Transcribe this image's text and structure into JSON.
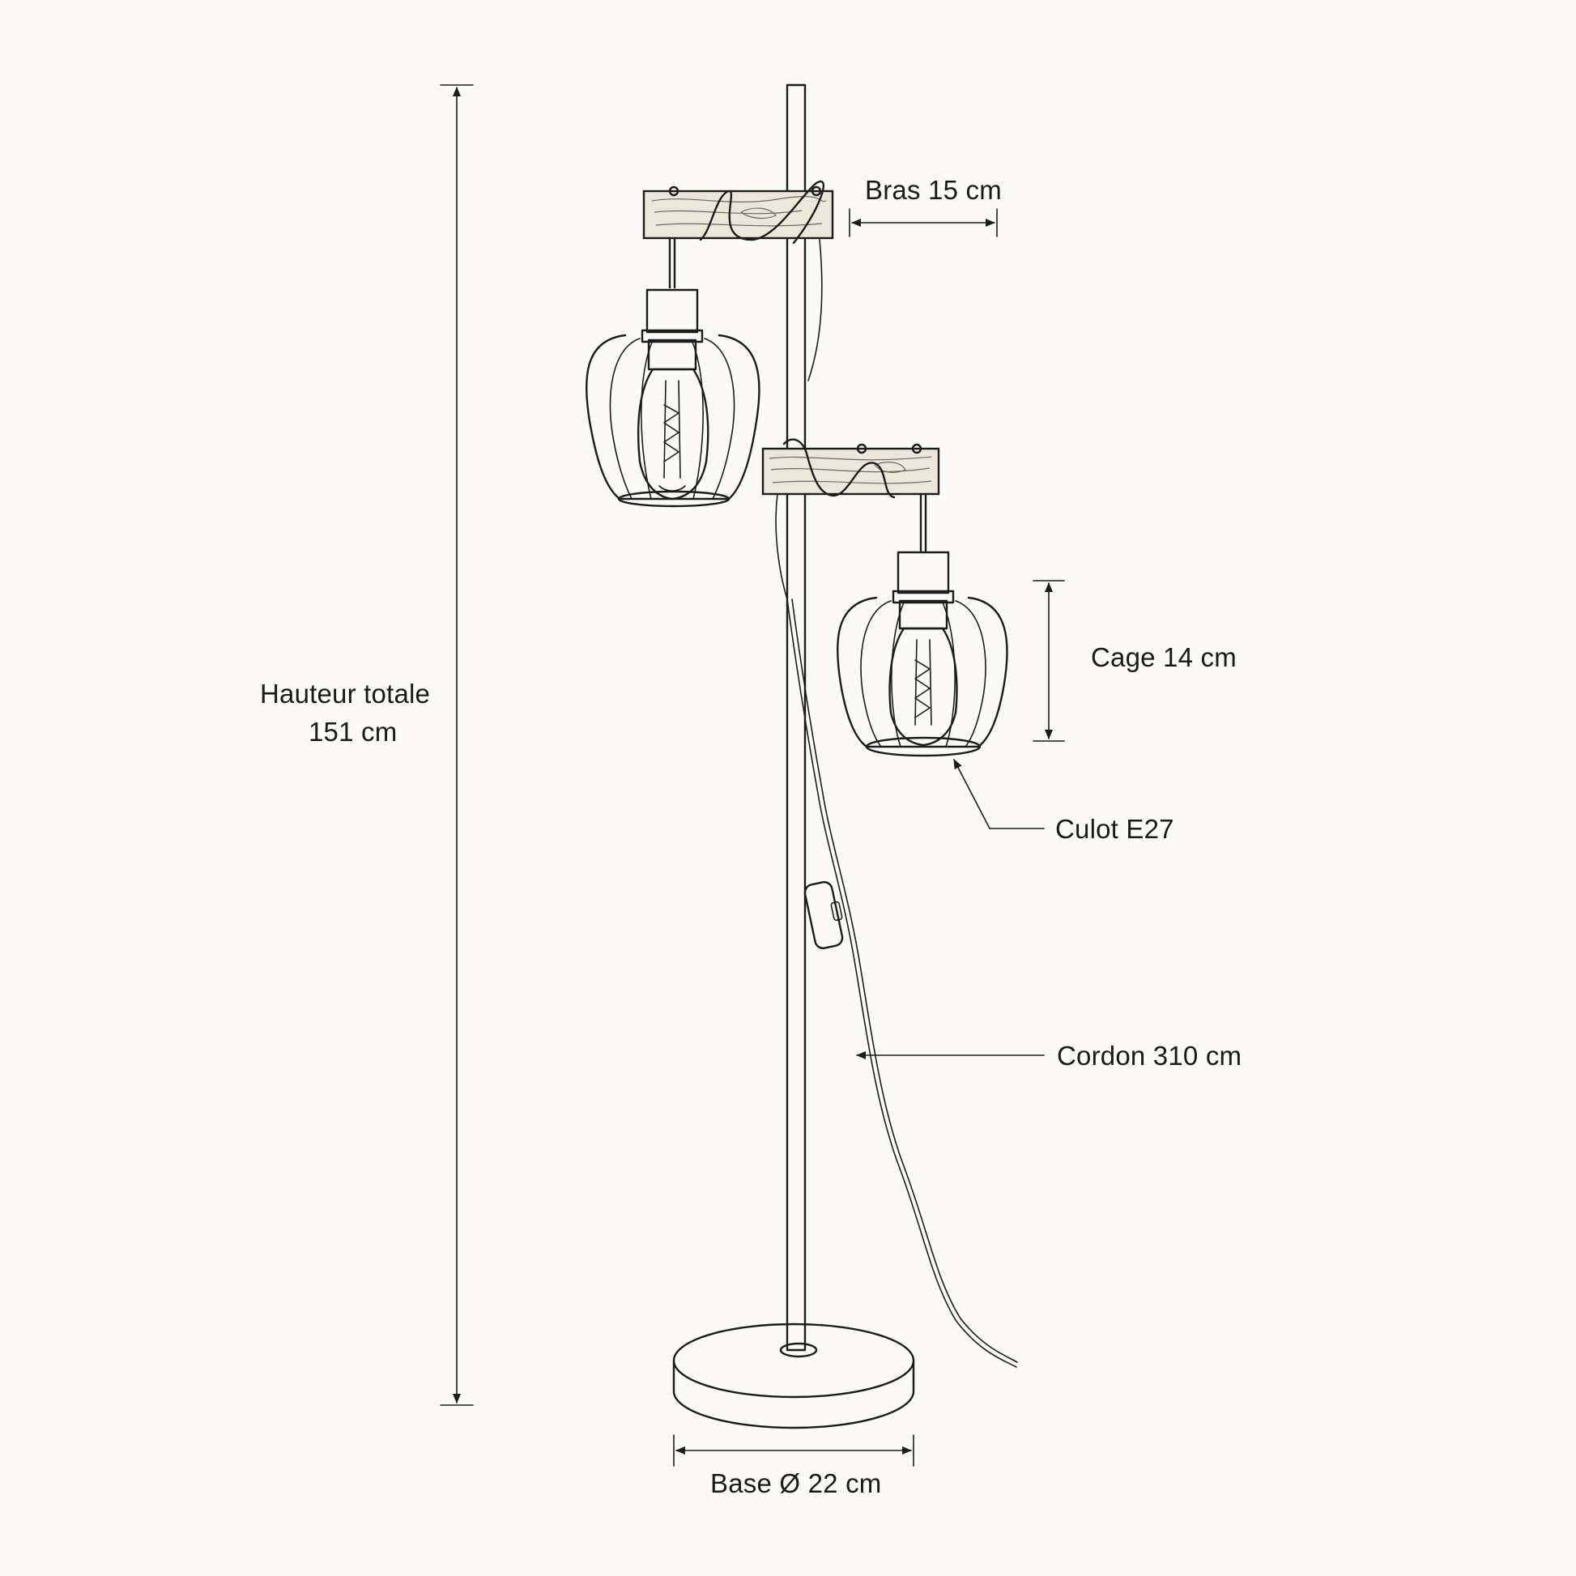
{
  "labels": {
    "height_line1": "Hauteur totale",
    "height_line2": "151 cm",
    "arm": "Bras 15 cm",
    "cage": "Cage 14 cm",
    "socket": "Culot E27",
    "cord": "Cordon 310 cm",
    "base": "Base Ø 22 cm"
  },
  "colors": {
    "background": "#fbfaf6",
    "ink": "#1c1c1c",
    "wood": "#ece7da"
  }
}
